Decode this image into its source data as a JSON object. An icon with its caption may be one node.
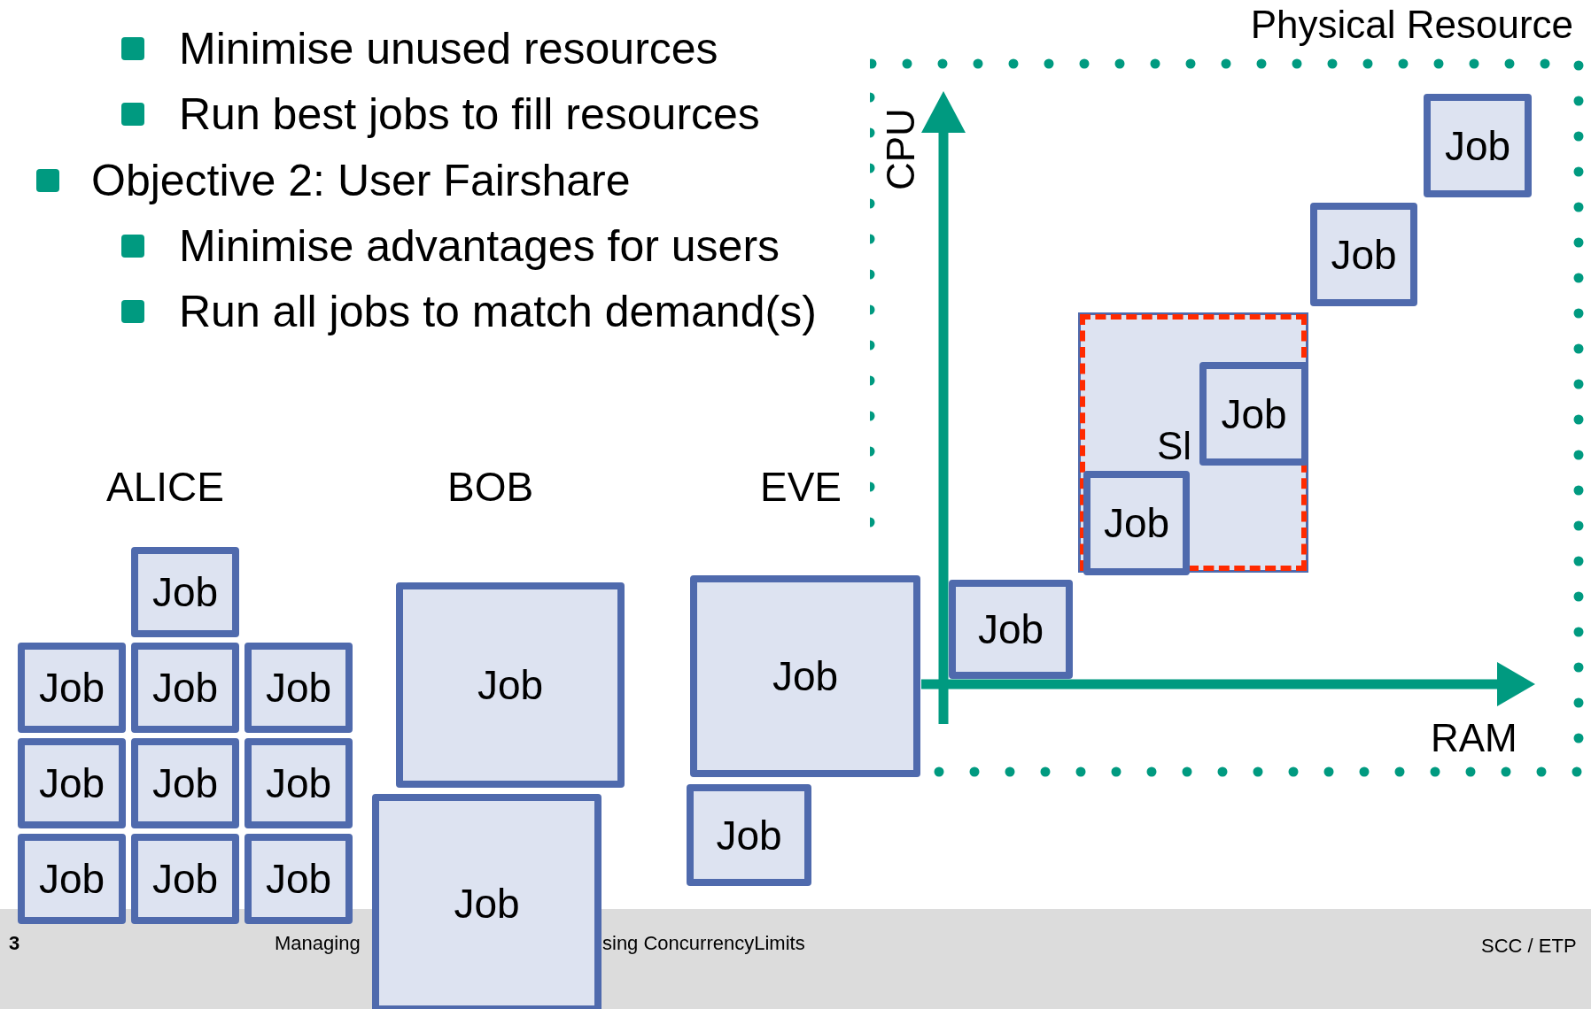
{
  "diagram": {
    "nodes": [
      {
        "text": [
          "Physical Resource"
        ]
      },
      {
        "text": [
          "Job"
        ],
        "in": 0
      },
      {
        "text": [
          "Job"
        ],
        "in": 0
      },
      {
        "text": [
          "Sl"
        ],
        "in": 0
      },
      {
        "text": [
          "Job"
        ],
        "in": 3
      },
      {
        "text": [
          "Job"
        ],
        "in": 3
      },
      {
        "text": [
          "Job"
        ],
        "in": 0
      },
      {
        "text": [
          "Job"
        ]
      },
      {
        "text": [
          "Job"
        ]
      },
      {
        "text": [
          "Job"
        ]
      },
      {
        "text": [
          "Job"
        ]
      },
      {
        "text": [
          "Job"
        ]
      },
      {
        "text": [
          "Job"
        ]
      },
      {
        "text": [
          "Job"
        ]
      },
      {
        "text": [
          "Job"
        ]
      },
      {
        "text": [
          "Job"
        ]
      },
      {
        "text": [
          "Job"
        ]
      },
      {
        "text": [
          "Job"
        ]
      },
      {
        "text": [
          "Job"
        ]
      },
      {
        "text": [
          "Job"
        ]
      },
      {
        "text": [
          "Job"
        ]
      }
    ],
    "labels": [
      "Minimise unused resources",
      "Run best jobs to fill resources",
      "Objective 2: User Fairshare",
      "Minimise advantages for users",
      "Run all jobs to match demand(s)",
      "CPU",
      "RAM",
      "ALICE",
      "BOB",
      "EVE",
      "3",
      "Managing",
      "sing ConcurrencyLimits",
      "SCC / ETP"
    ]
  }
}
